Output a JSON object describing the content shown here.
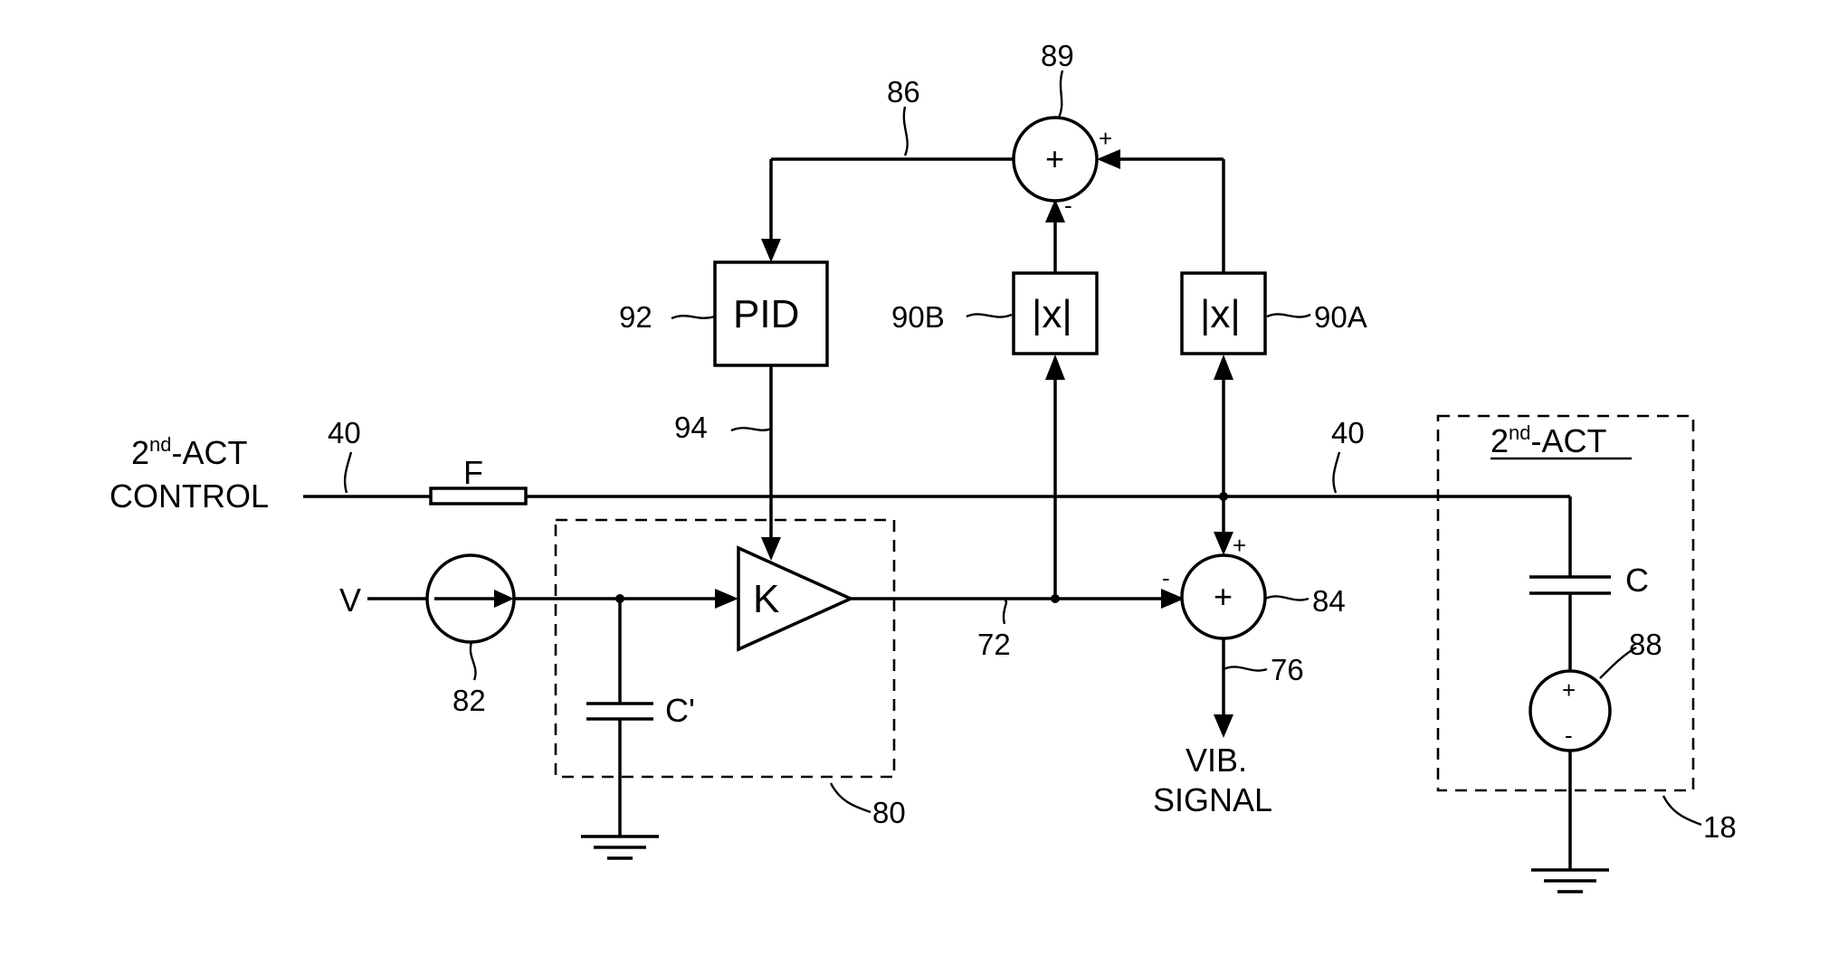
{
  "labels": {
    "control_line1_base": "2",
    "control_line1_sup": "nd",
    "control_line1_rest": "-ACT",
    "control_line2": "CONTROL",
    "filter": "F",
    "v_source": "V",
    "pid": "PID",
    "abs_b": "|x|",
    "abs_a": "|x|",
    "gain": "K",
    "sum": "+",
    "sign_plus": "+",
    "sign_minus": "-",
    "cap_c": "C",
    "cap_cprime": "C'",
    "vib_line1": "VIB.",
    "vib_line2": "SIGNAL",
    "act_base": "2",
    "act_sup": "nd",
    "act_rest": "-ACT"
  },
  "refs": {
    "r40a": "40",
    "r40b": "40",
    "r86": "86",
    "r89": "89",
    "r92": "92",
    "r94": "94",
    "r90b": "90B",
    "r90a": "90A",
    "r82": "82",
    "r72": "72",
    "r84": "84",
    "r76": "76",
    "r80": "80",
    "r88": "88",
    "r18": "18"
  }
}
